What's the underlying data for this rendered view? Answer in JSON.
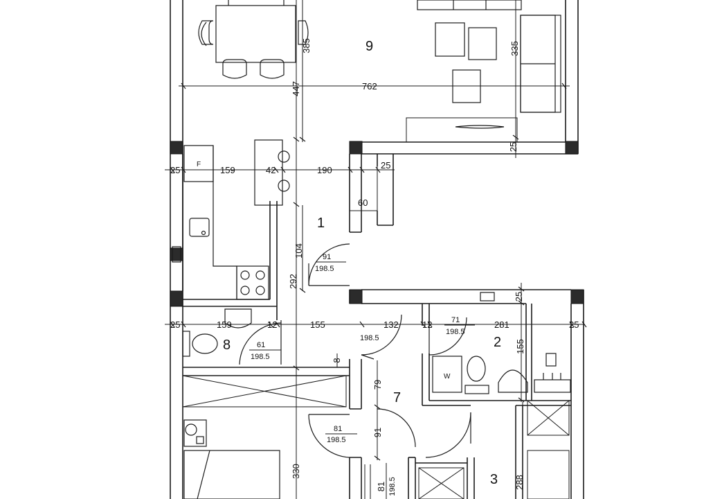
{
  "rooms": {
    "r1": "1",
    "r2": "2",
    "r3": "3",
    "r7": "7",
    "r8": "8",
    "r9": "9"
  },
  "dimensions": {
    "d762": "762",
    "d447": "447",
    "d385": "385",
    "d335": "335",
    "d25_liv": "25",
    "d25_a": "25",
    "d159_a": "159",
    "d42": "42",
    "d190": "190",
    "d25_b": "25",
    "d60": "60",
    "d104": "104",
    "d292": "292",
    "d25_c": "25",
    "d159_b": "159",
    "d12_a": "12",
    "d155_a": "155",
    "d132": "132",
    "d12_b": "12",
    "d281": "281",
    "d25_d": "25",
    "d25_e": "25",
    "d155_b": "155",
    "d79": "79",
    "d91": "91",
    "d8": "8",
    "d330": "330",
    "d288": "288",
    "d81_v": "81"
  },
  "doors": {
    "entrance": {
      "width": "91",
      "height": "198.5"
    },
    "bath8": {
      "width": "61",
      "height": "198.5"
    },
    "hall": {
      "height": "198.5"
    },
    "bath2": {
      "width": "71",
      "height": "198.5"
    },
    "bedroom": {
      "width": "81",
      "height": "198.5"
    },
    "room3": {
      "height": "198.5"
    }
  },
  "fixtures": {
    "fridge": "F",
    "washer": "W"
  }
}
